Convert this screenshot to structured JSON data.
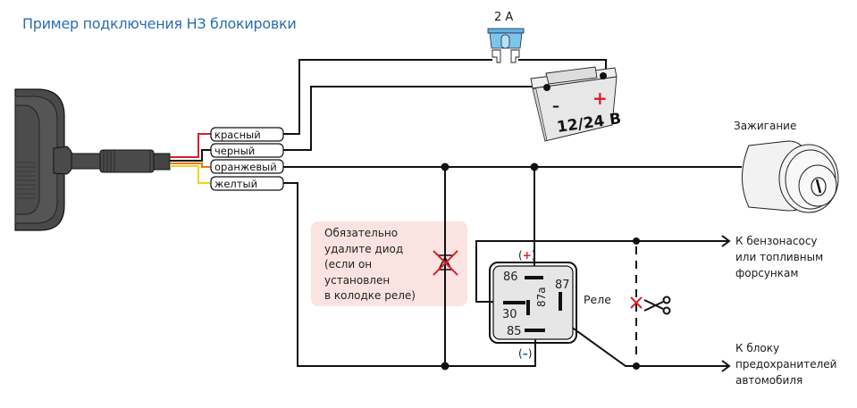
{
  "title": "Пример подключения НЗ блокировки",
  "colors": {
    "title": "#2a6db0",
    "wire": "#111111",
    "red_wire": "#d8202a",
    "orange_wire": "#e07b1a",
    "yellow_wire": "#f5d21a",
    "cross": "#d8202a",
    "note_bg": "#fbe3e1",
    "fuse": "#7cc6e8",
    "plus_sign": "#d8202a",
    "minus_sign": "#1f5fa8"
  },
  "fuse": {
    "label": "2 A"
  },
  "battery": {
    "label": "12/24 B",
    "plus": "+",
    "minus": "–"
  },
  "wires": [
    {
      "label": "красный"
    },
    {
      "label": "черный"
    },
    {
      "label": "оранжевый"
    },
    {
      "label": "желтый"
    }
  ],
  "ignition": {
    "label": "Зажигание"
  },
  "note": {
    "lines": [
      "Обязательно",
      "удалите диод",
      "(если он",
      "установлен",
      "в колодке реле)"
    ]
  },
  "relay": {
    "label": "Реле",
    "pins": {
      "p86": "86",
      "p87": "87",
      "p87a": "87a",
      "p30": "30",
      "p85": "85"
    },
    "plus": "(+)",
    "plus_open": "(",
    "plus_sign": "+",
    "plus_close": ")",
    "minus_open": "(",
    "minus_sign": "–",
    "minus_close": ")"
  },
  "destinations": {
    "fuel_pump": [
      "К бензонасосу",
      "или топливным",
      "форсункам"
    ],
    "fuse_box": [
      "К блоку",
      "предохранителей",
      "автомобиля"
    ]
  }
}
